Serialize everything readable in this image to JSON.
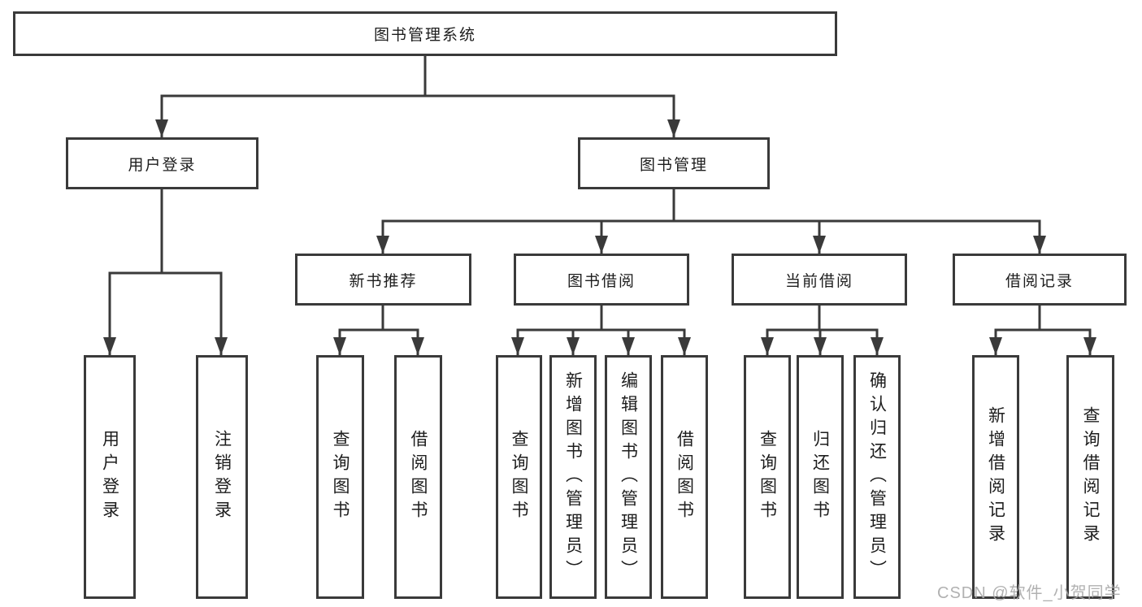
{
  "diagram": {
    "type": "hierarchy-chart",
    "colors": {
      "line": "#3a3a3a",
      "box_border": "#3a3a3a",
      "box_background": "#ffffff",
      "text": "#1d1d1d",
      "watermark": "#a8a8a8",
      "page_background": "#ffffff"
    },
    "root": {
      "label": "图书管理系统",
      "children": [
        {
          "label": "用户登录",
          "children": [
            {
              "label": "用户登录"
            },
            {
              "label": "注销登录"
            }
          ]
        },
        {
          "label": "图书管理",
          "children": [
            {
              "label": "新书推荐",
              "children": [
                {
                  "label": "查询图书"
                },
                {
                  "label": "借阅图书"
                }
              ]
            },
            {
              "label": "图书借阅",
              "children": [
                {
                  "label": "查询图书"
                },
                {
                  "label": "新增图书（管理员）"
                },
                {
                  "label": "编辑图书（管理员）"
                },
                {
                  "label": "借阅图书"
                }
              ]
            },
            {
              "label": "当前借阅",
              "children": [
                {
                  "label": "查询图书"
                },
                {
                  "label": "归还图书"
                },
                {
                  "label": "确认归还（管理员）"
                }
              ]
            },
            {
              "label": "借阅记录",
              "children": [
                {
                  "label": "新增借阅记录"
                },
                {
                  "label": "查询借阅记录"
                }
              ]
            }
          ]
        }
      ]
    },
    "watermark": "CSDN @软件_小贺同学"
  }
}
